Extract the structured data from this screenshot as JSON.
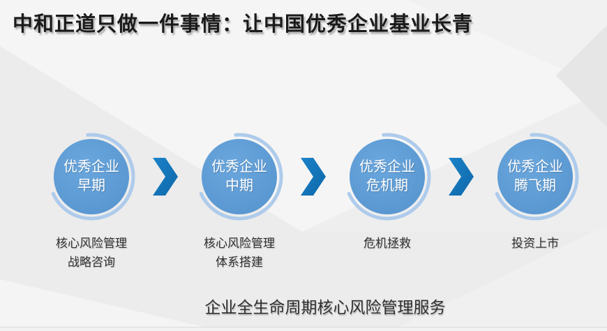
{
  "slide": {
    "title": "中和正道只做一件事情：让中国优秀企业基业长青",
    "footer": "企业全生命周期核心风险管理服务"
  },
  "stages": [
    {
      "circle": {
        "line1": "优秀企业",
        "line2": "早期"
      },
      "label": {
        "line1": "核心风险管理",
        "line2": "战略咨询"
      }
    },
    {
      "circle": {
        "line1": "优秀企业",
        "line2": "中期"
      },
      "label": {
        "line1": "核心风险管理",
        "line2": "体系搭建"
      }
    },
    {
      "circle": {
        "line1": "优秀企业",
        "line2": "危机期"
      },
      "label": {
        "line1": "危机拯救",
        "line2": ""
      }
    },
    {
      "circle": {
        "line1": "优秀企业",
        "line2": "腾飞期"
      },
      "label": {
        "line1": "投资上市",
        "line2": ""
      }
    }
  ],
  "icons": {
    "arrow": "chevron-right-icon",
    "ring": "stage-ring-arc"
  },
  "colors": {
    "background": "#ECECEC",
    "circle_fill": "#5B9BD5",
    "circle_fill_light": "#6BA7DE",
    "ring_arc": "#AECBEB",
    "chevron_blue": "#1273B8",
    "title_text": "#1A1A1A",
    "label_text": "#333333",
    "circle_text": "#FFFFFF"
  }
}
